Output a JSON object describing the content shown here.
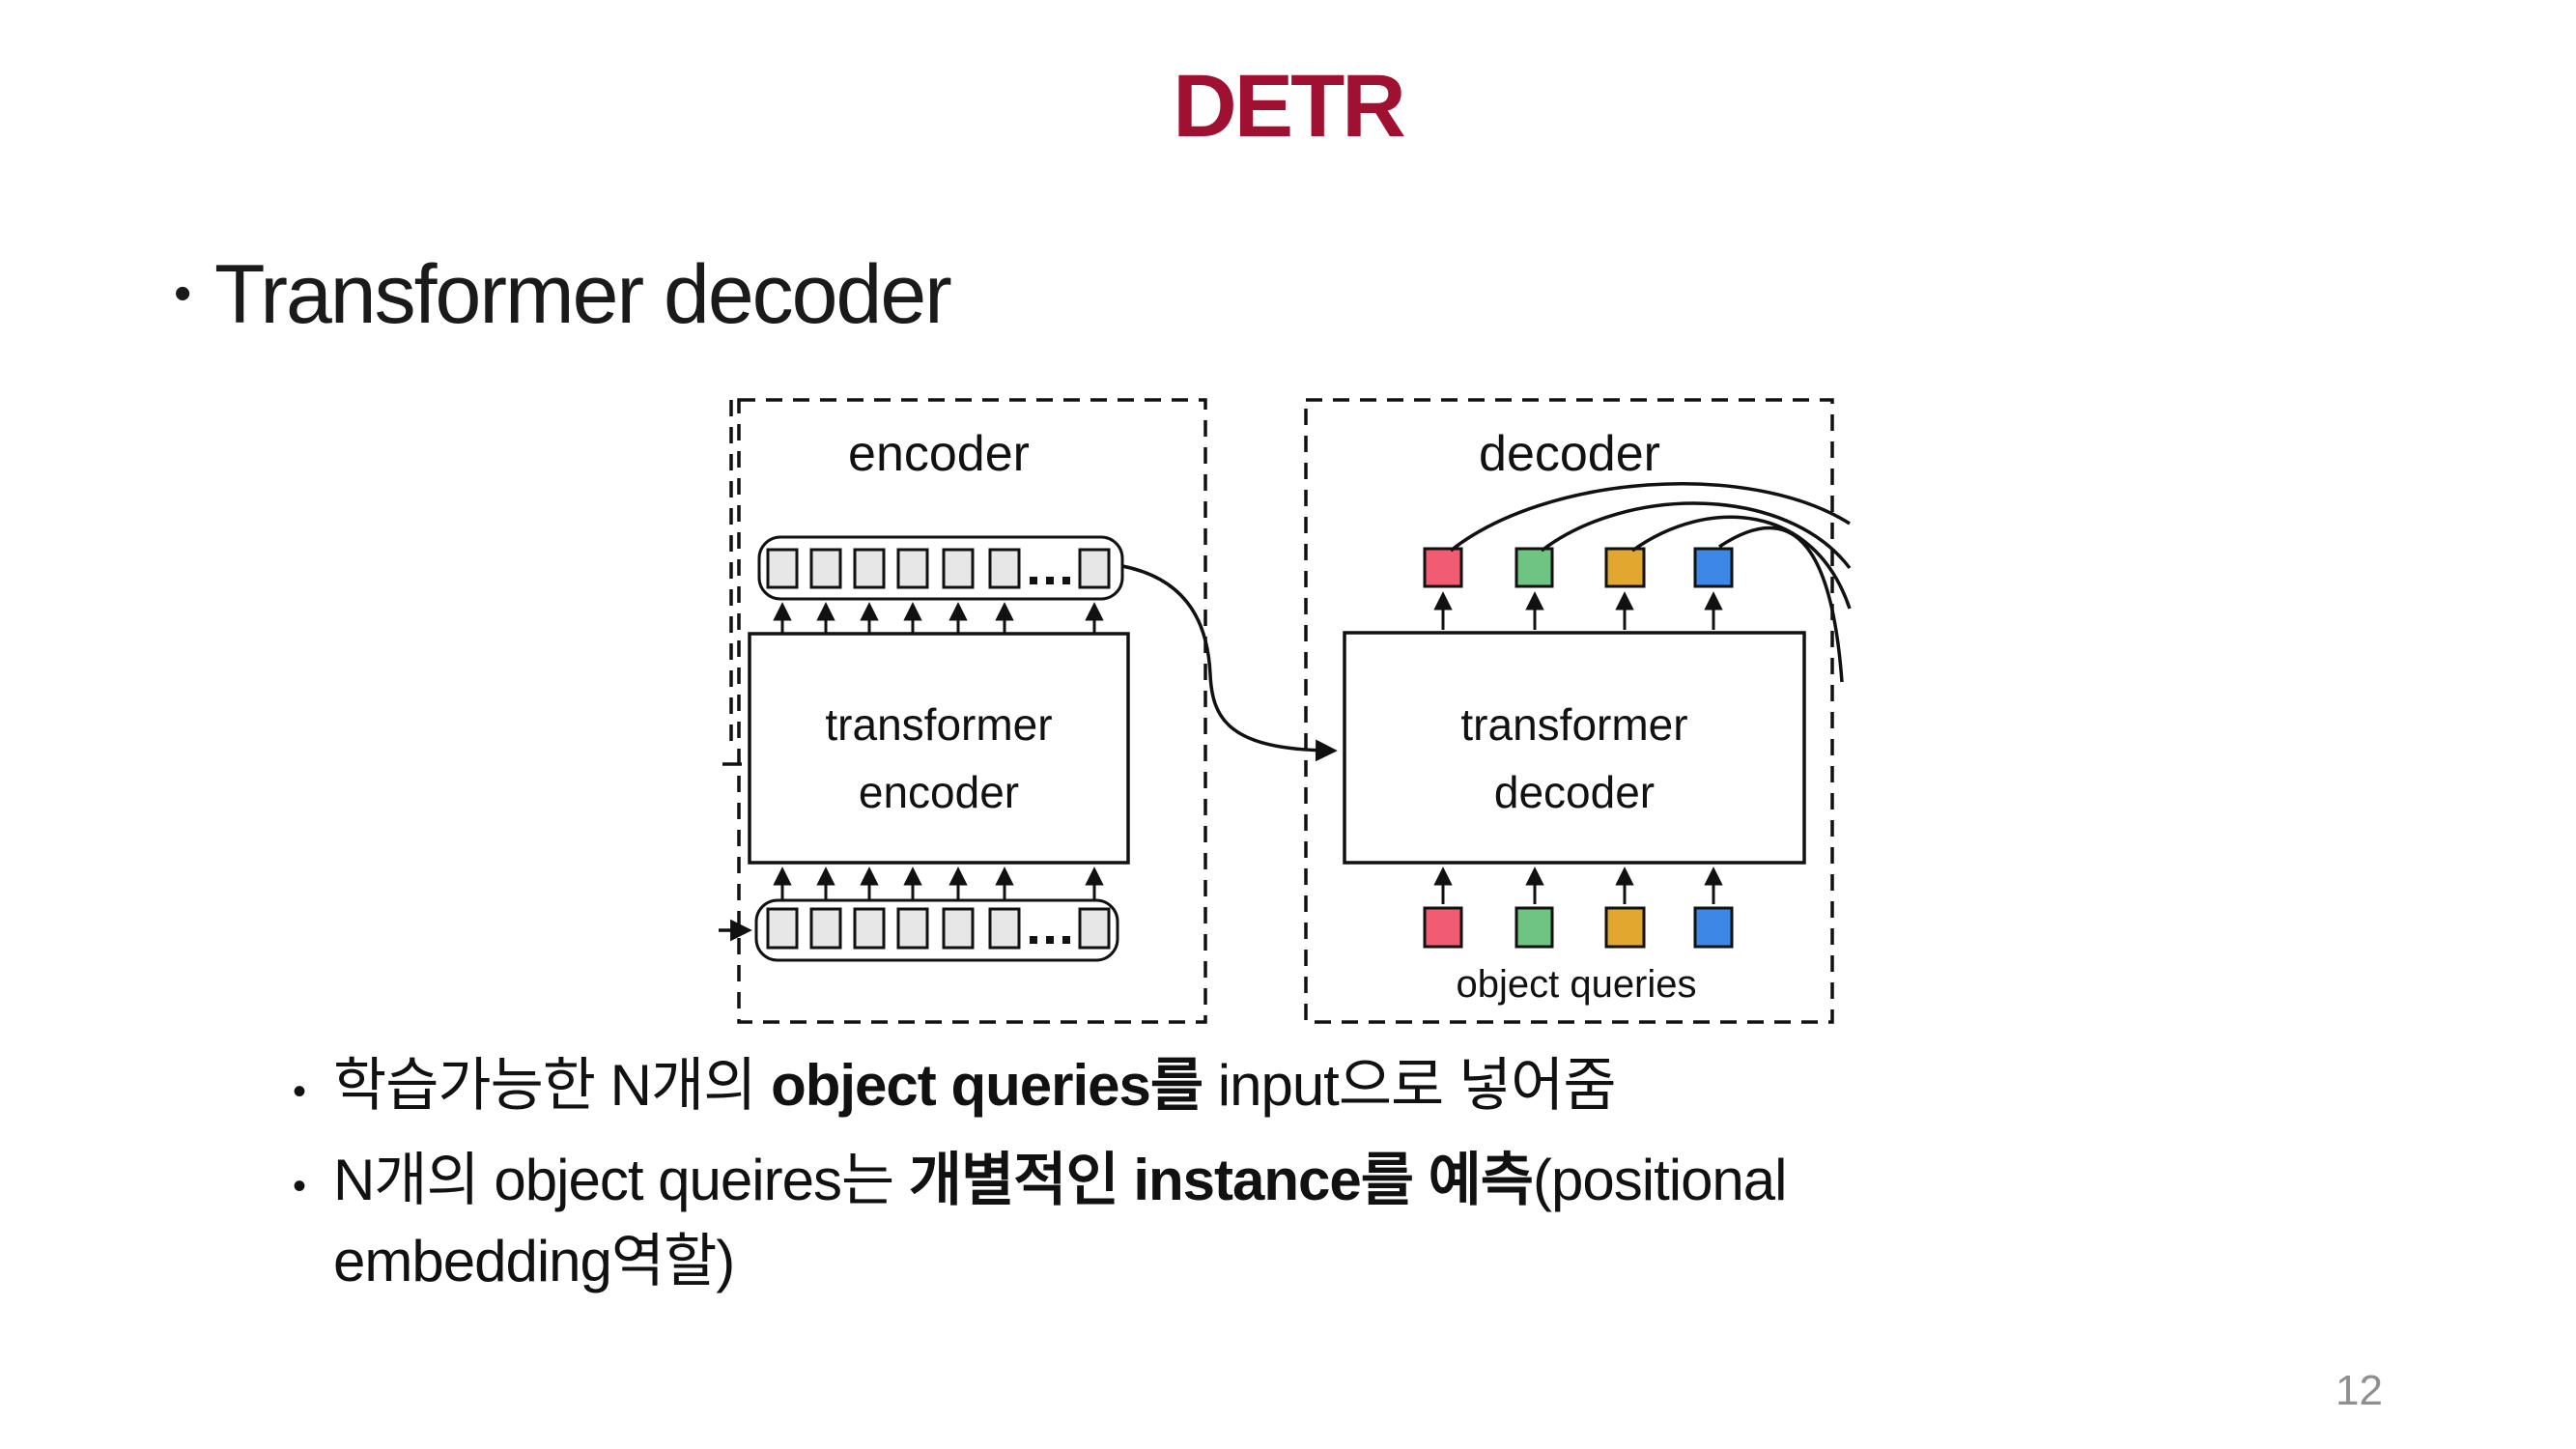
{
  "slide": {
    "title": "DETR",
    "title_color": "#A01030",
    "page_number": "12",
    "bullet_char": "•"
  },
  "content": {
    "main_bullet": "Transformer decoder",
    "sub_bullet_1": {
      "pre": "학습가능한 N개의 ",
      "bold": "object queries를",
      "post": " input으로 넣어줌"
    },
    "sub_bullet_2": {
      "pre": "N개의 object queires는 ",
      "bold": "개별적인 instance를 예측",
      "post": "(positional",
      "line2": "embedding역할)"
    }
  },
  "diagram": {
    "encoder_label": "encoder",
    "decoder_label": "decoder",
    "encoder_box_line1": "transformer",
    "encoder_box_line2": "encoder",
    "decoder_box_line1": "transformer",
    "decoder_box_line2": "decoder",
    "object_queries_label": "object queries",
    "colors": {
      "token_gray": "#E7E7E7",
      "pink": "#F25C72",
      "green": "#6FC484",
      "gold": "#E2A72E",
      "blue": "#3D87E6",
      "stroke": "#111111"
    }
  }
}
